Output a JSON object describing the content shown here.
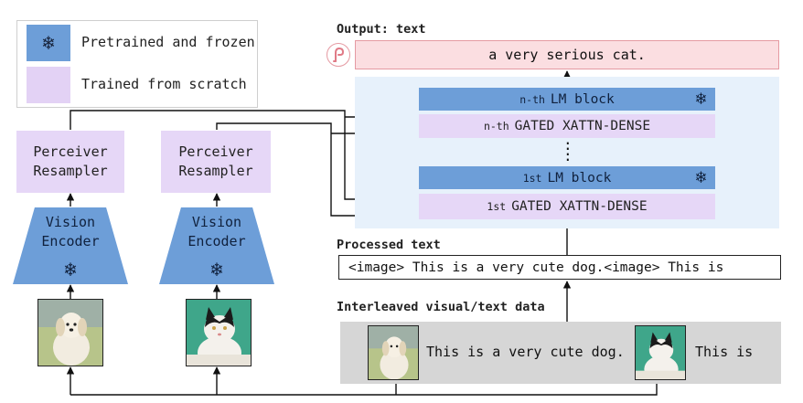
{
  "legend": {
    "frozen_label": "Pretrained and frozen",
    "scratch_label": "Trained from scratch"
  },
  "left_branch": {
    "resampler_line1": "Perceiver",
    "resampler_line2": "Resampler",
    "encoder_line1": "Vision",
    "encoder_line2": "Encoder",
    "image": "dog-photo"
  },
  "right_branch": {
    "resampler_line1": "Perceiver",
    "resampler_line2": "Resampler",
    "encoder_line1": "Vision",
    "encoder_line2": "Encoder",
    "image": "cat-photo"
  },
  "output": {
    "heading": "Output: text",
    "text": "a very serious cat."
  },
  "lm_stack": {
    "top_lm_prefix": "n-th",
    "top_lm_label": "LM block",
    "top_gated_prefix": "n-th",
    "top_gated_label": "GATED XATTN-DENSE",
    "bottom_lm_prefix": "1st",
    "bottom_lm_label": "LM block",
    "bottom_gated_prefix": "1st",
    "bottom_gated_label": "GATED XATTN-DENSE",
    "ellipsis": ":"
  },
  "processed": {
    "heading": "Processed text",
    "text": "<image> This is a very cute dog.<image> This is"
  },
  "interleaved": {
    "heading": "Interleaved visual/text data",
    "text1": "This is a very cute dog.",
    "text2": "This is"
  },
  "icons": {
    "frozen": "snowflake-icon",
    "output": "flamingo-icon"
  },
  "colors": {
    "frozen_blue": "#6d9ed8",
    "scratch_purple": "#e6d7f7",
    "lm_panel": "#e7f1fb",
    "output_pink": "#fbdee1",
    "interleaved_gray": "#d6d6d6"
  }
}
